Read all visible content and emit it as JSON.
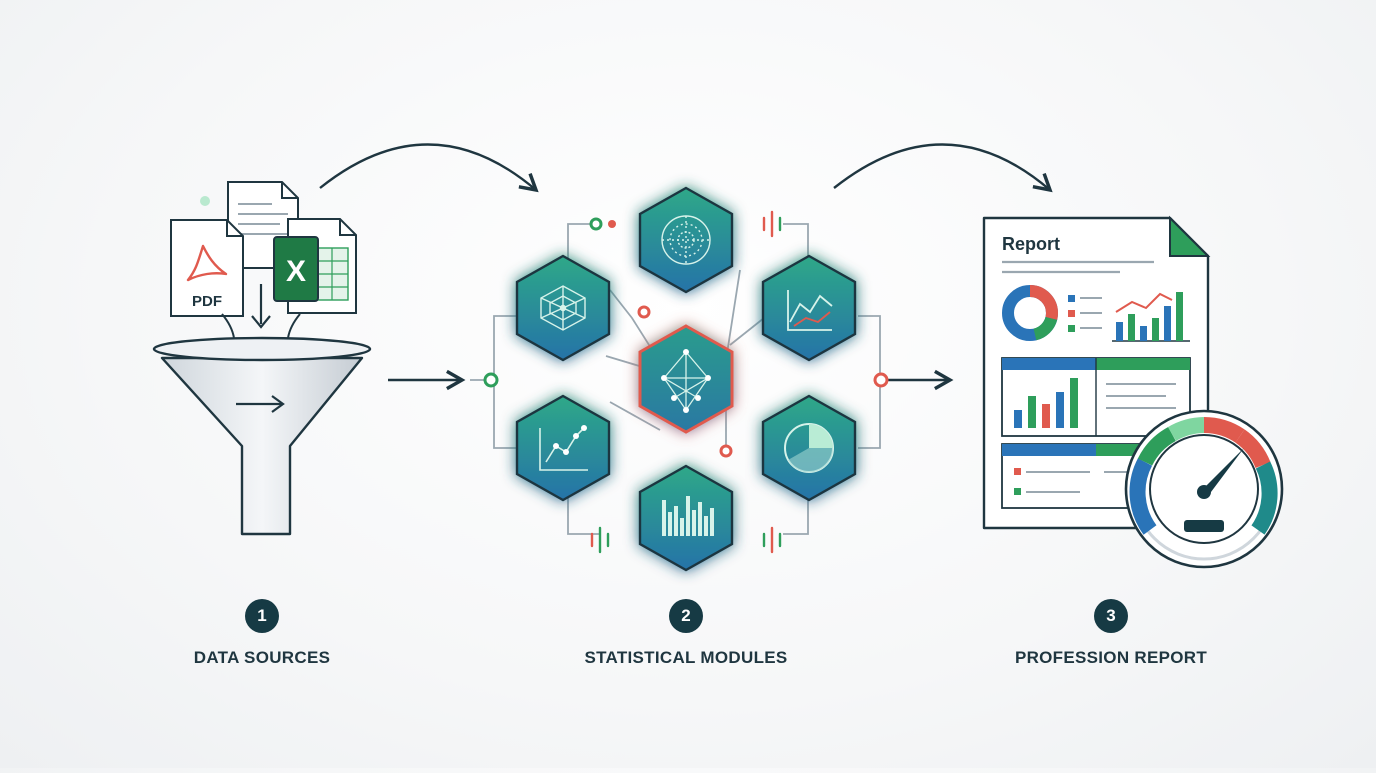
{
  "steps": [
    {
      "number": "1",
      "label": "DATA SOURCES"
    },
    {
      "number": "2",
      "label": "STATISTICAL MODULES"
    },
    {
      "number": "3",
      "label": "PROFESSION REPORT"
    }
  ],
  "sources": {
    "pdf_text": "PDF",
    "excel_letter": "X"
  },
  "report": {
    "title": "Report"
  },
  "colors": {
    "dark": "#1f3640",
    "teal": "#1f8a8a",
    "green": "#2e9e5b",
    "blue": "#2a74b8",
    "red": "#e05a4e",
    "glow": "#7de3a3"
  }
}
